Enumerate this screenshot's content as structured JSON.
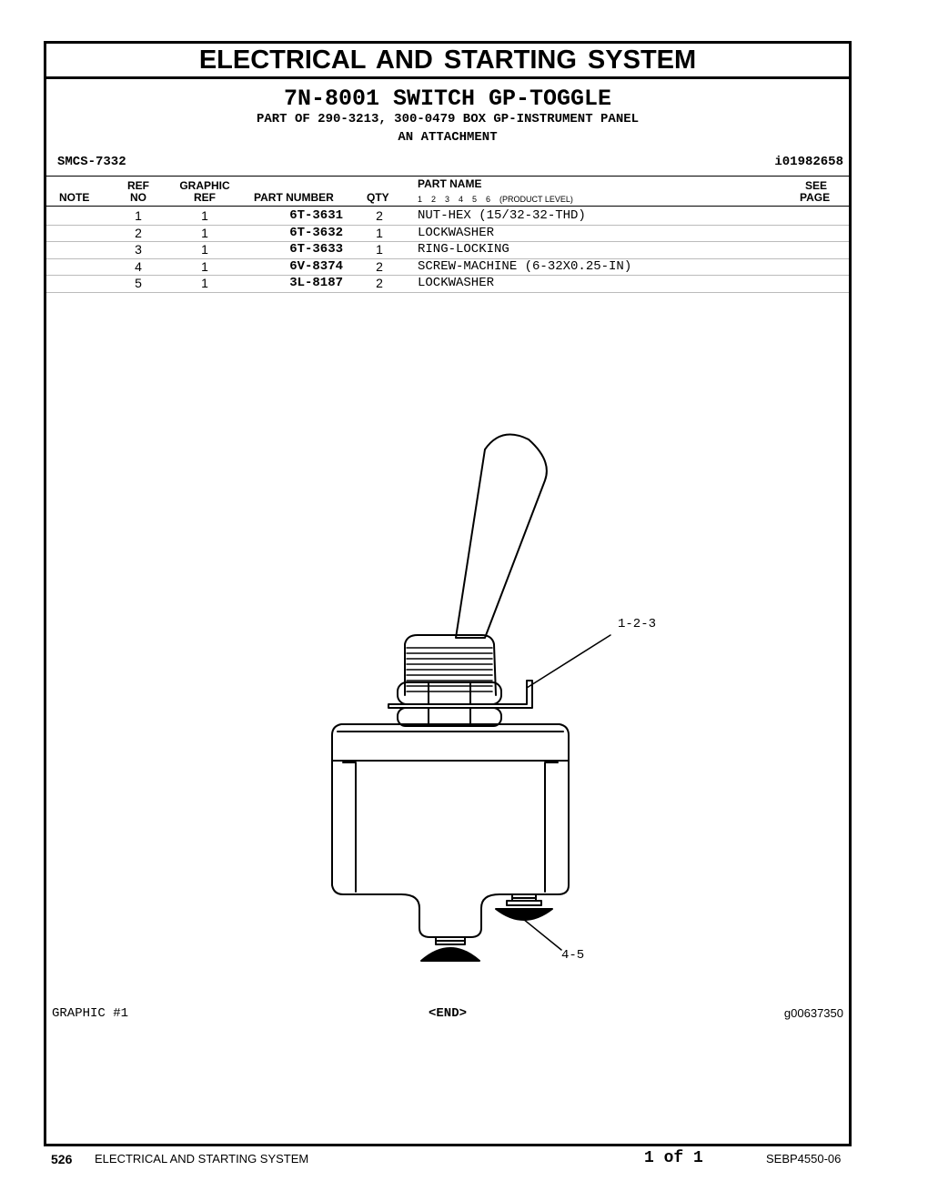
{
  "banner": "ELECTRICAL AND STARTING SYSTEM",
  "title": "7N-8001 SWITCH GP-TOGGLE",
  "subtitle": "PART OF 290-3213, 300-0479 BOX GP-INSTRUMENT PANEL",
  "subtitle2": "AN ATTACHMENT",
  "smcs": "SMCS-7332",
  "info_id": "i01982658",
  "columns": {
    "note": "NOTE",
    "ref_top": "REF",
    "ref_bottom": "NO",
    "graphic_top": "GRAPHIC",
    "graphic_bottom": "REF",
    "part_number": "PART NUMBER",
    "qty": "QTY",
    "part_name": "PART NAME",
    "levels": "1    2    3    4    5    6    (PRODUCT LEVEL)",
    "see_top": "SEE",
    "see_bottom": "PAGE"
  },
  "parts": [
    {
      "ref": "1",
      "graphic_ref": "1",
      "part_number": "6T-3631",
      "qty": "2",
      "name": "NUT-HEX (15/32-32-THD)"
    },
    {
      "ref": "2",
      "graphic_ref": "1",
      "part_number": "6T-3632",
      "qty": "1",
      "name": "LOCKWASHER"
    },
    {
      "ref": "3",
      "graphic_ref": "1",
      "part_number": "6T-3633",
      "qty": "1",
      "name": "RING-LOCKING"
    },
    {
      "ref": "4",
      "graphic_ref": "1",
      "part_number": "6V-8374",
      "qty": "2",
      "name": "SCREW-MACHINE (6-32X0.25-IN)"
    },
    {
      "ref": "5",
      "graphic_ref": "1",
      "part_number": "3L-8187",
      "qty": "2",
      "name": "LOCKWASHER"
    }
  ],
  "callouts": {
    "upper": "1-2-3",
    "lower": "4-5"
  },
  "graphic_label": "GRAPHIC #1",
  "end_marker": "<END>",
  "graphic_id": "g00637350",
  "footer": {
    "page_number": "526",
    "section": "ELECTRICAL AND STARTING SYSTEM",
    "page_of": "1 of 1",
    "doc_id": "SEBP4550-06"
  }
}
